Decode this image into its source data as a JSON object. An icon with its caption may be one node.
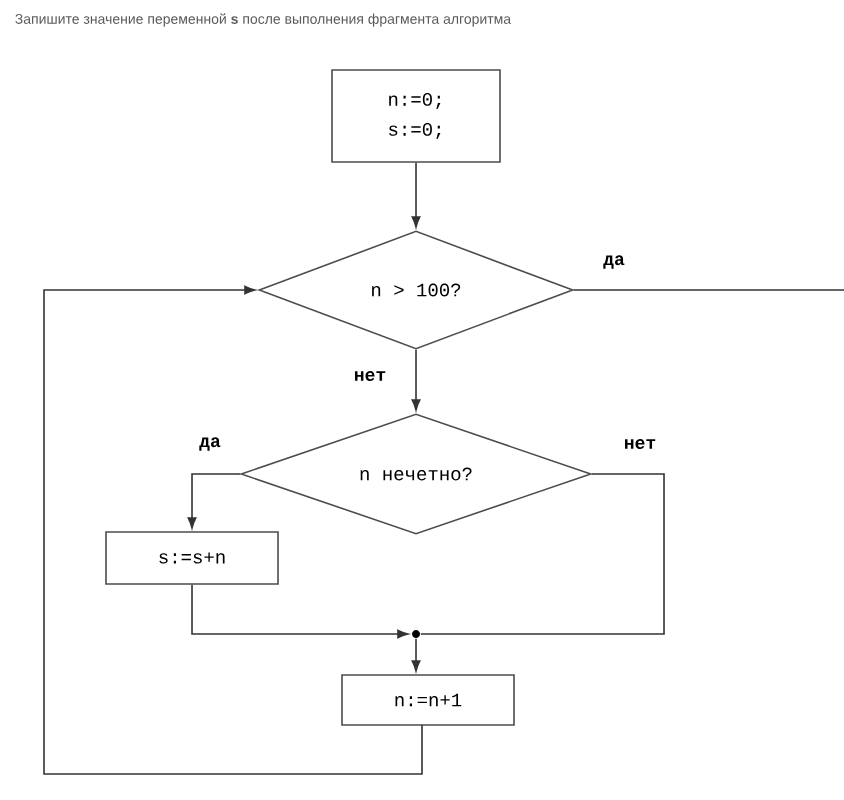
{
  "diagram": {
    "title": "Запишите значение переменной **s** после выполнения фрагмента алгоритма",
    "nodes": [
      {
        "text": [
          "n:=0;",
          "s:=0;"
        ]
      },
      {
        "text": [
          "n > 100?"
        ]
      },
      {
        "text": [
          "n нечетно?"
        ]
      },
      {
        "text": [
          "s:=s+n"
        ]
      },
      {
        "text": [
          "n:=n+1"
        ]
      },
      {
        "text": [],
        "shape": "circle"
      }
    ],
    "edges": [
      {
        "from": 0,
        "to": 1,
        "arrow": "to"
      },
      {
        "from": 1,
        "to": null,
        "arrow": "none",
        "label": "да"
      },
      {
        "from": 1,
        "to": 2,
        "arrow": "to",
        "label": "нет"
      },
      {
        "from": 2,
        "to": 3,
        "arrow": "to",
        "label": "да"
      },
      {
        "from": 2,
        "to": 5,
        "arrow": "none",
        "label": "нет"
      },
      {
        "from": 3,
        "to": 5,
        "arrow": "to"
      },
      {
        "from": 5,
        "to": 4,
        "arrow": "to"
      },
      {
        "from": 4,
        "to": 1,
        "arrow": "to"
      }
    ]
  }
}
